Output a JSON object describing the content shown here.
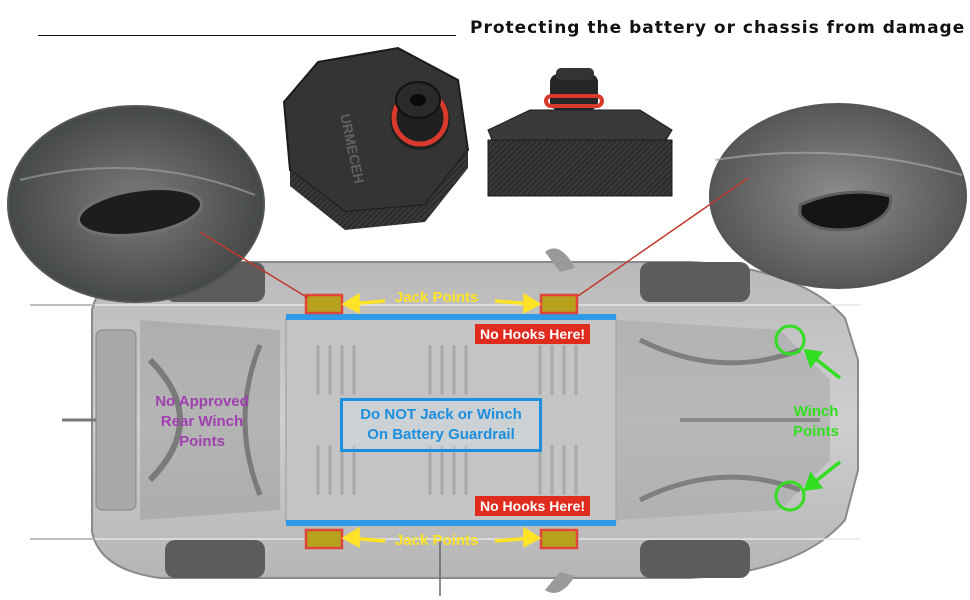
{
  "header": {
    "title": "Protecting the battery or chassis from damage"
  },
  "callouts": {
    "jack_points_top": "Jack Points",
    "jack_points_bottom": "Jack Points",
    "no_hooks_top": "No Hooks Here!",
    "no_hooks_bottom": "No Hooks Here!",
    "no_rear_winch": "No Approved Rear Winch Points",
    "battery_guardrail": "Do NOT Jack or Winch On Battery Guardrail",
    "winch_points": "Winch Points"
  },
  "product": {
    "brand_text": "URMECEH"
  },
  "colors": {
    "jack_label": "#ffe326",
    "no_hooks_bg": "#e02b1f",
    "guardrail_outline": "#1c8fde",
    "winch_green": "#33dd22",
    "rear_winch_purple": "#a040b0",
    "jack_pad_marker": "#e0453a"
  }
}
